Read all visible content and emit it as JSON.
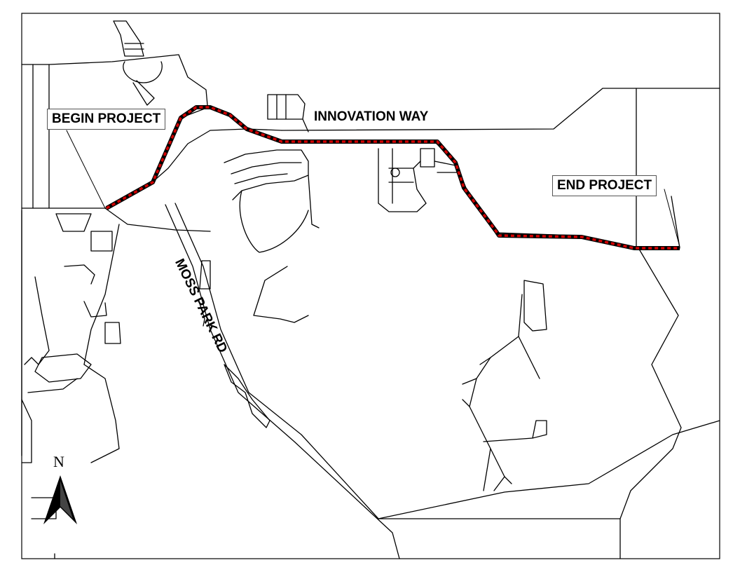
{
  "labels": {
    "begin_project": "BEGIN PROJECT",
    "end_project": "END PROJECT",
    "innovation_way": "INNOVATION WAY",
    "moss_park_rd": "MOSS PARK RD"
  },
  "north_arrow": {
    "letter": "N",
    "icon": "north-arrow-icon"
  },
  "colors": {
    "project_route": "#d40000",
    "project_route_outline": "#000000",
    "roads": "#000000",
    "background": "#ffffff"
  }
}
